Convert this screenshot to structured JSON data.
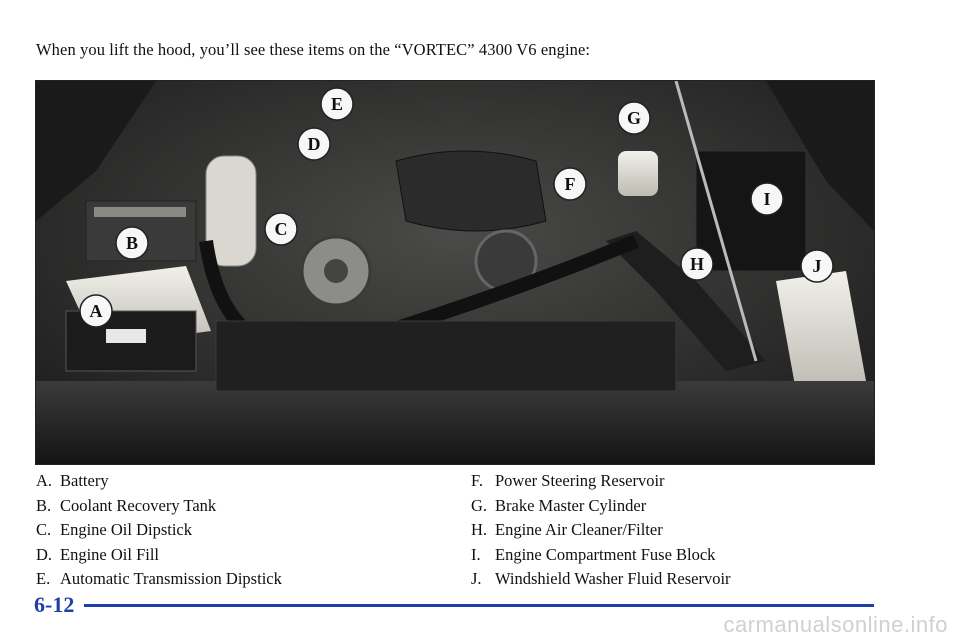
{
  "intro": "When you lift the hood, you’ll see these items on the “VORTEC” 4300 V6 engine:",
  "callouts": [
    "A",
    "B",
    "C",
    "D",
    "E",
    "F",
    "G",
    "H",
    "I",
    "J"
  ],
  "legend_left": [
    {
      "letter": "A.",
      "label": "Battery"
    },
    {
      "letter": "B.",
      "label": "Coolant Recovery Tank"
    },
    {
      "letter": "C.",
      "label": "Engine Oil Dipstick"
    },
    {
      "letter": "D.",
      "label": "Engine Oil Fill"
    },
    {
      "letter": "E.",
      "label": "Automatic Transmission Dipstick"
    }
  ],
  "legend_right": [
    {
      "letter": "F.",
      "label": "Power Steering Reservoir"
    },
    {
      "letter": "G.",
      "label": "Brake Master Cylinder"
    },
    {
      "letter": "H.",
      "label": "Engine Air Cleaner/Filter"
    },
    {
      "letter": "I.",
      "label": "Engine Compartment Fuse Block"
    },
    {
      "letter": "J.",
      "label": "Windshield Washer Fluid Reservoir"
    }
  ],
  "page_number": "6-12",
  "watermark": "carmanualsonline.info",
  "colors": {
    "accent": "#1f3fa8"
  }
}
